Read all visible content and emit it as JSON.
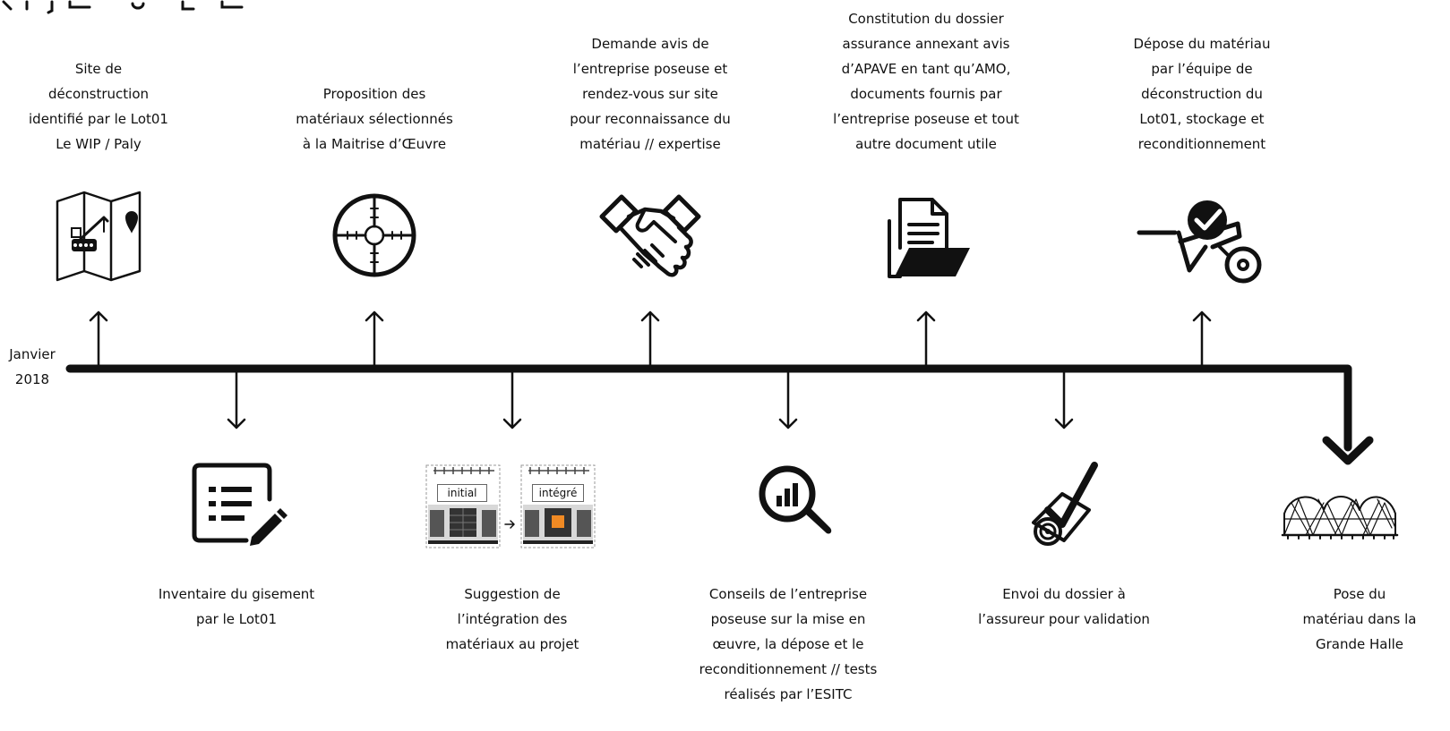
{
  "timeline": {
    "start_label": "Janvier\n2018"
  },
  "steps_above": [
    {
      "label": "Site de\ndéconstruction\nidentifié par le Lot01\nLe WIP / Paly",
      "icon": "map-crane-icon"
    },
    {
      "label": "Proposition des\nmatériaux sélectionnés\nà la Maitrise d’Œuvre",
      "icon": "crosshair-icon"
    },
    {
      "label": "Demande avis de\nl’entreprise poseuse et\nrendez-vous sur site\npour reconnaissance du\nmatériau // expertise",
      "icon": "handshake-icon"
    },
    {
      "label": "Constitution du dossier\nassurance annexant avis\nd’APAVE en tant qu’AMO,\ndocuments fournis par\nl’entreprise poseuse et tout\nautre document utile",
      "icon": "document-folder-icon"
    },
    {
      "label": "Dépose du matériau\npar l’équipe de\ndéconstruction du\nLot01, stockage et\nreconditionnement",
      "icon": "wheelbarrow-check-icon"
    }
  ],
  "steps_below": [
    {
      "label": "Inventaire du gisement\npar le Lot01",
      "icon": "list-edit-icon"
    },
    {
      "label": "Suggestion de\nl’intégration des\nmatériaux au projet",
      "icon": "facade-integration-icon",
      "img_labels": [
        "initial",
        "intégré"
      ]
    },
    {
      "label": "Conseils de l’entreprise\nposeuse sur la mise en\nœuvre, la dépose et le\nreconditionnement // tests\nréalisés par l’ESITC",
      "icon": "magnifier-chart-icon"
    },
    {
      "label": "Envoi du dossier à\nl’assureur pour validation",
      "icon": "roll-check-icon"
    },
    {
      "label": "Pose du\nmatériau dans la\nGrande Halle",
      "icon": "hall-roof-icon"
    }
  ]
}
